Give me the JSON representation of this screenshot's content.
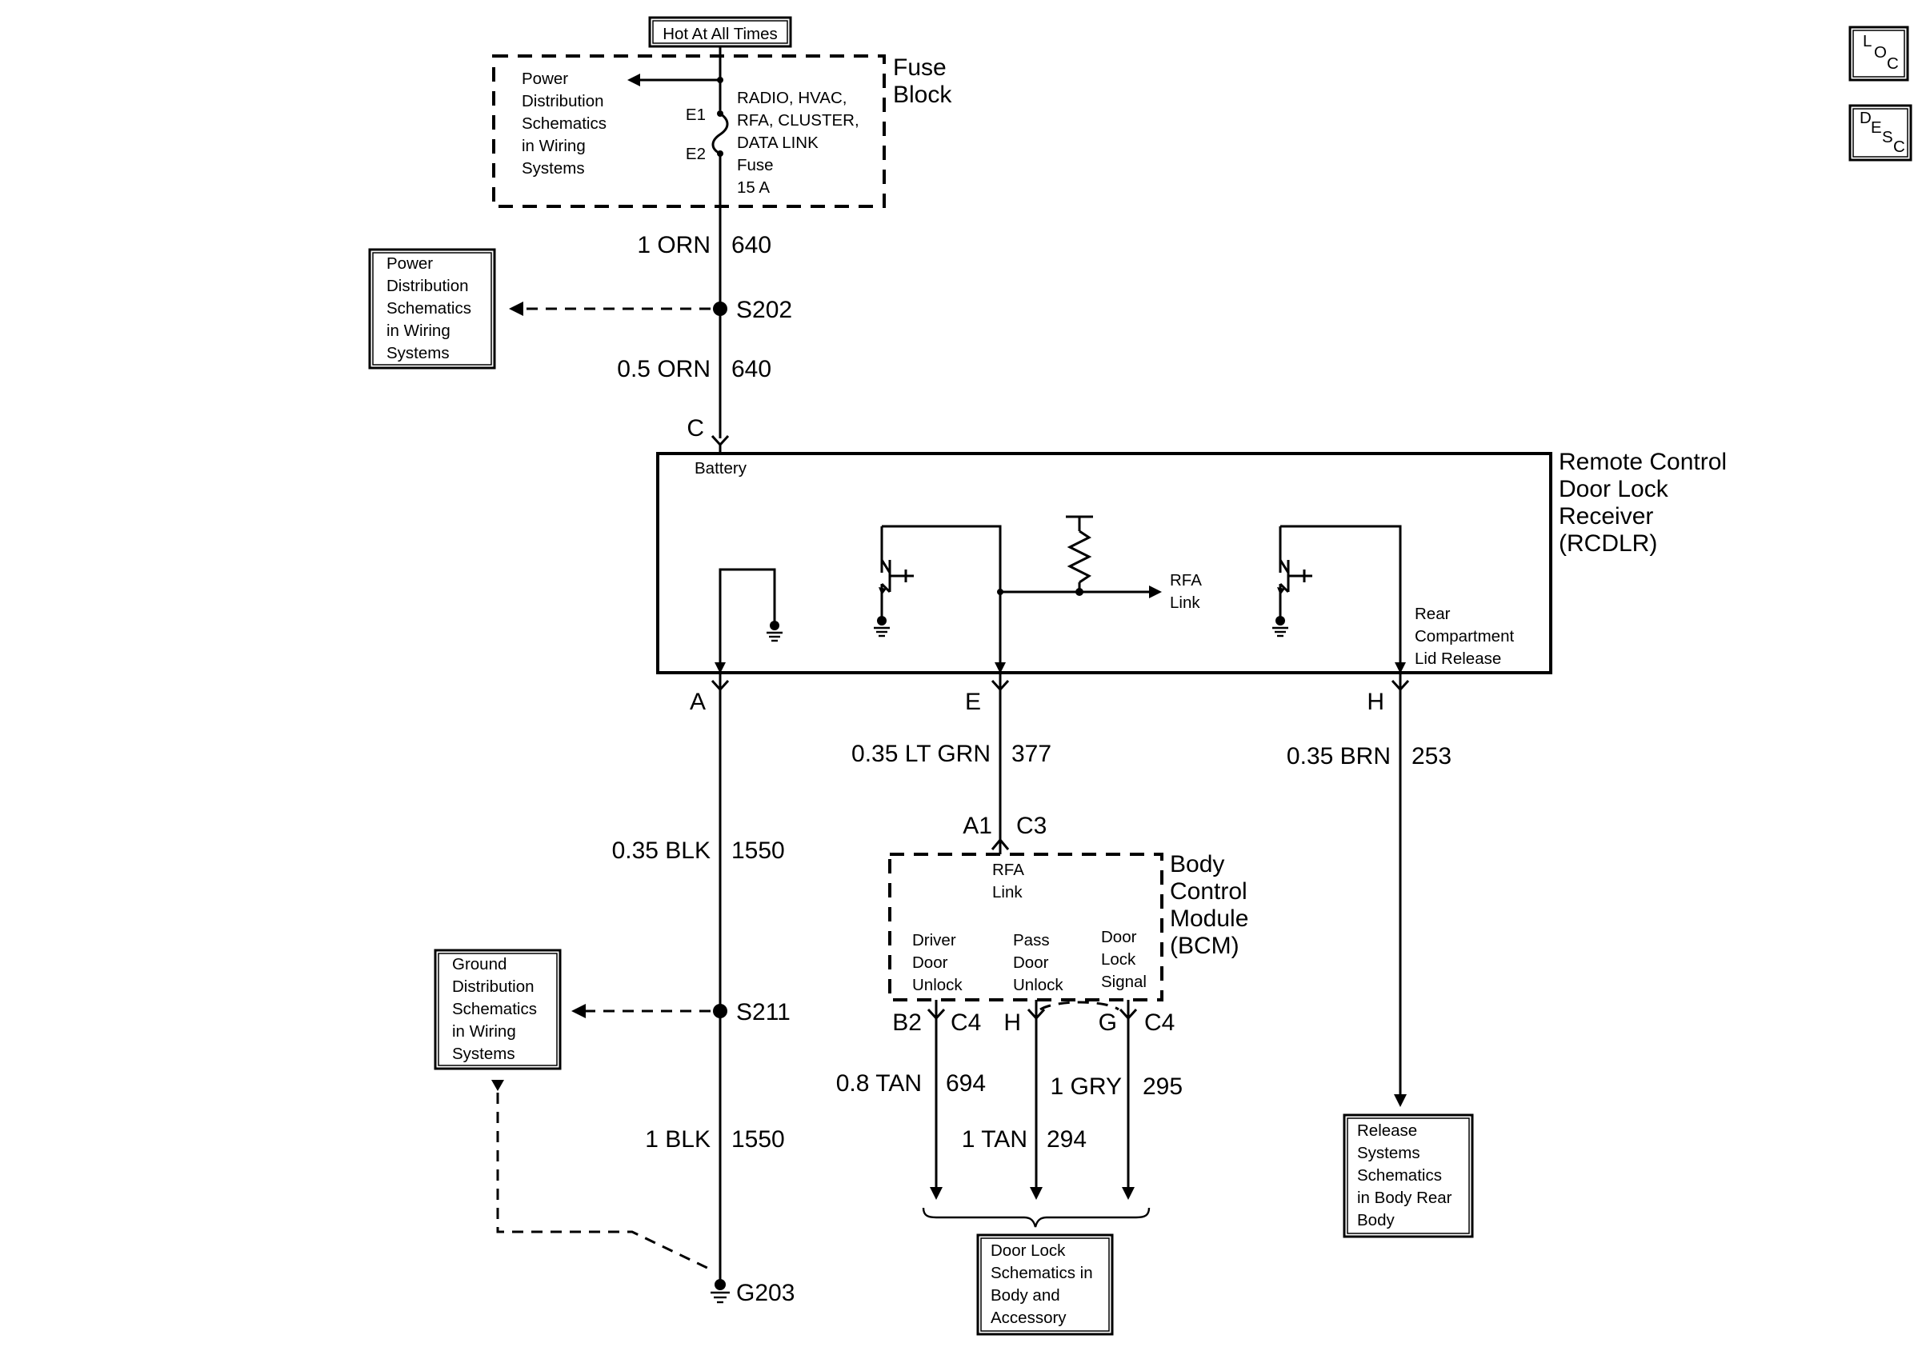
{
  "hot_label": "Hot At All Times",
  "fuse_block": {
    "title_lines": [
      "Fuse",
      "Block"
    ],
    "ref_lines": [
      "Power",
      "Distribution",
      "Schematics",
      "in Wiring",
      "Systems"
    ],
    "pin_e1": "E1",
    "pin_e2": "E2",
    "fuse_lines": [
      "RADIO, HVAC,",
      "RFA, CLUSTER,",
      "DATA LINK",
      "Fuse",
      "15 A"
    ]
  },
  "wires": {
    "w1": {
      "gauge": "1 ORN",
      "circuit": "640"
    },
    "w2": {
      "gauge": "0.5 ORN",
      "circuit": "640"
    },
    "w3": {
      "gauge": "0.35 BLK",
      "circuit": "1550"
    },
    "w4": {
      "gauge": "1 BLK",
      "circuit": "1550"
    },
    "w5": {
      "gauge": "0.35 LT GRN",
      "circuit": "377"
    },
    "w6": {
      "gauge": "0.35 BRN",
      "circuit": "253"
    },
    "w7": {
      "gauge": "0.8 TAN",
      "circuit": "694"
    },
    "w8": {
      "gauge": "1 TAN",
      "circuit": "294"
    },
    "w9": {
      "gauge": "1 GRY",
      "circuit": "295"
    }
  },
  "splices": {
    "s202": "S202",
    "s211": "S211"
  },
  "ground": {
    "g203": "G203"
  },
  "ref_boxes": {
    "power_dist": [
      "Power",
      "Distribution",
      "Schematics",
      "in Wiring",
      "Systems"
    ],
    "ground_dist": [
      "Ground",
      "Distribution",
      "Schematics",
      "in Wiring",
      "Systems"
    ],
    "door_lock": [
      "Door Lock",
      "Schematics in",
      "Body and",
      "Accessory"
    ],
    "release": [
      "Release",
      "Systems",
      "Schematics",
      "in Body Rear",
      "Body"
    ]
  },
  "rcdlr": {
    "title_lines": [
      "Remote Control",
      "Door Lock",
      "Receiver",
      "(RCDLR)"
    ],
    "pin_c": "C",
    "battery": "Battery",
    "rfa_link": [
      "RFA",
      "Link"
    ],
    "rear_release": [
      "Rear",
      "Compartment",
      "Lid Release"
    ],
    "pin_a": "A",
    "pin_e": "E",
    "pin_h": "H"
  },
  "bcm": {
    "title_lines": [
      "Body",
      "Control",
      "Module",
      "(BCM)"
    ],
    "pin_a1": "A1",
    "conn_c3": "C3",
    "rfa_link": [
      "RFA",
      "Link"
    ],
    "driver_unlock": [
      "Driver",
      "Door",
      "Unlock"
    ],
    "pass_unlock": [
      "Pass",
      "Door",
      "Unlock"
    ],
    "door_lock_signal": [
      "Door",
      "Lock",
      "Signal"
    ],
    "pin_b2": "B2",
    "conn_c4_left": "C4",
    "pin_h": "H",
    "pin_g": "G",
    "conn_c4_right": "C4"
  },
  "icons": {
    "loc": {
      "letters": [
        "L",
        "O",
        "C"
      ]
    },
    "desc": {
      "letters": [
        "D",
        "E",
        "S",
        "C"
      ]
    }
  }
}
